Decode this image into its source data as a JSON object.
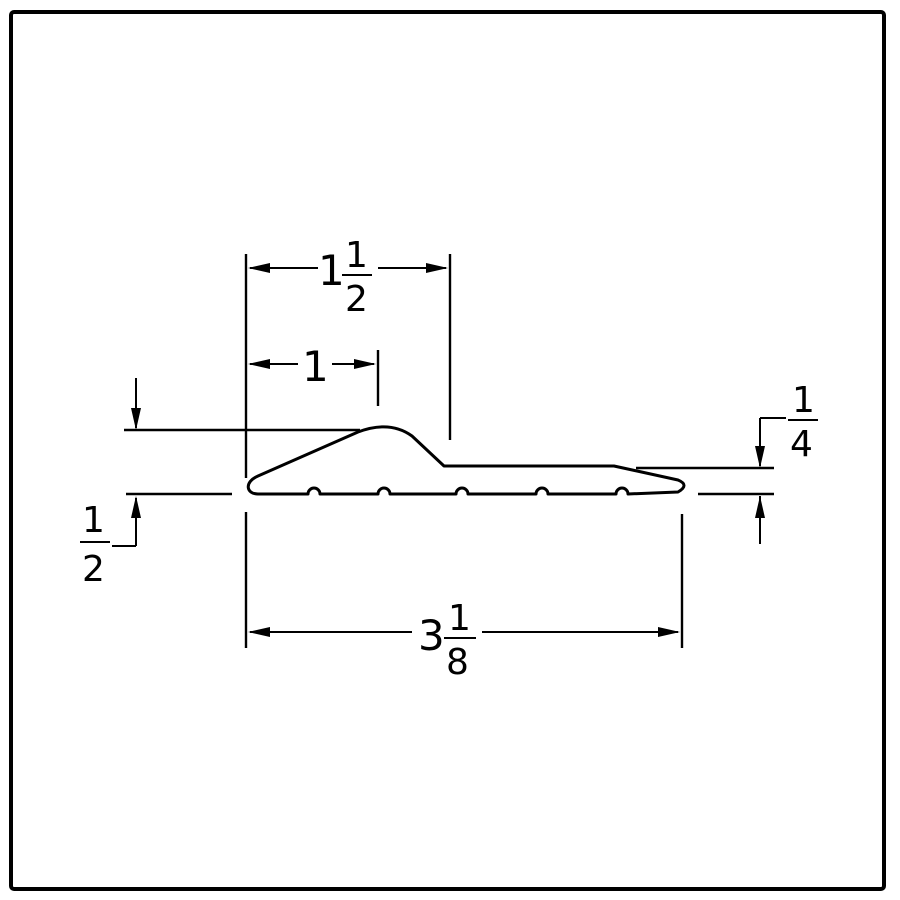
{
  "drawing": {
    "dimensions": {
      "overall_width": {
        "whole": "3",
        "numerator": "1",
        "denominator": "8"
      },
      "peak_offset": {
        "whole": "1",
        "numerator": "",
        "denominator": ""
      },
      "ramp_width": {
        "whole": "1",
        "numerator": "1",
        "denominator": "2"
      },
      "overall_height": {
        "whole": "",
        "numerator": "1",
        "denominator": "2"
      },
      "flange_height": {
        "whole": "",
        "numerator": "1",
        "denominator": "4"
      }
    }
  }
}
